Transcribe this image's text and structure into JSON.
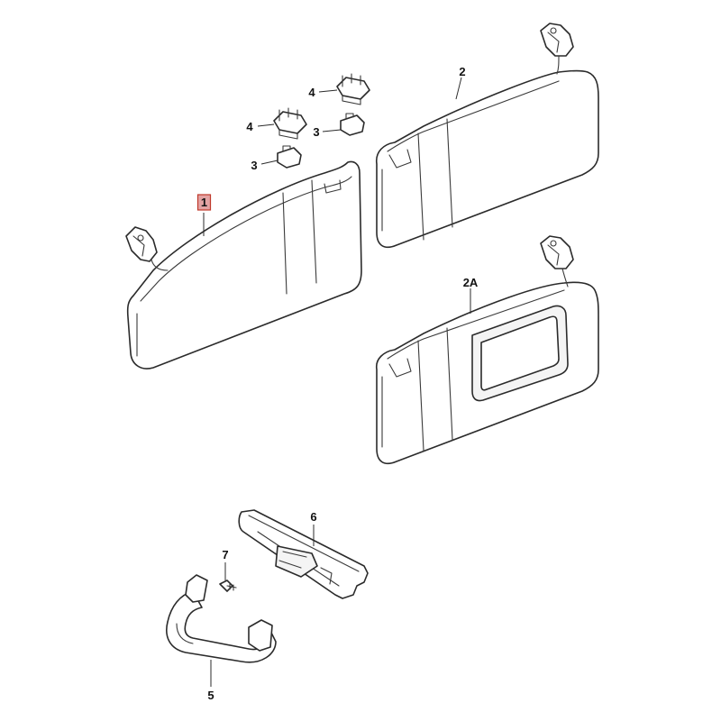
{
  "callouts": {
    "visor_left": "1",
    "visor_right": "2",
    "visor_mirror": "2A",
    "clip_upper": "3",
    "clip_lower": "3",
    "bracket_upper": "4",
    "bracket_lower": "4",
    "grab_handle": "5",
    "handle_bracket": "6",
    "screw": "7"
  },
  "highlight_color": "#c0392b"
}
